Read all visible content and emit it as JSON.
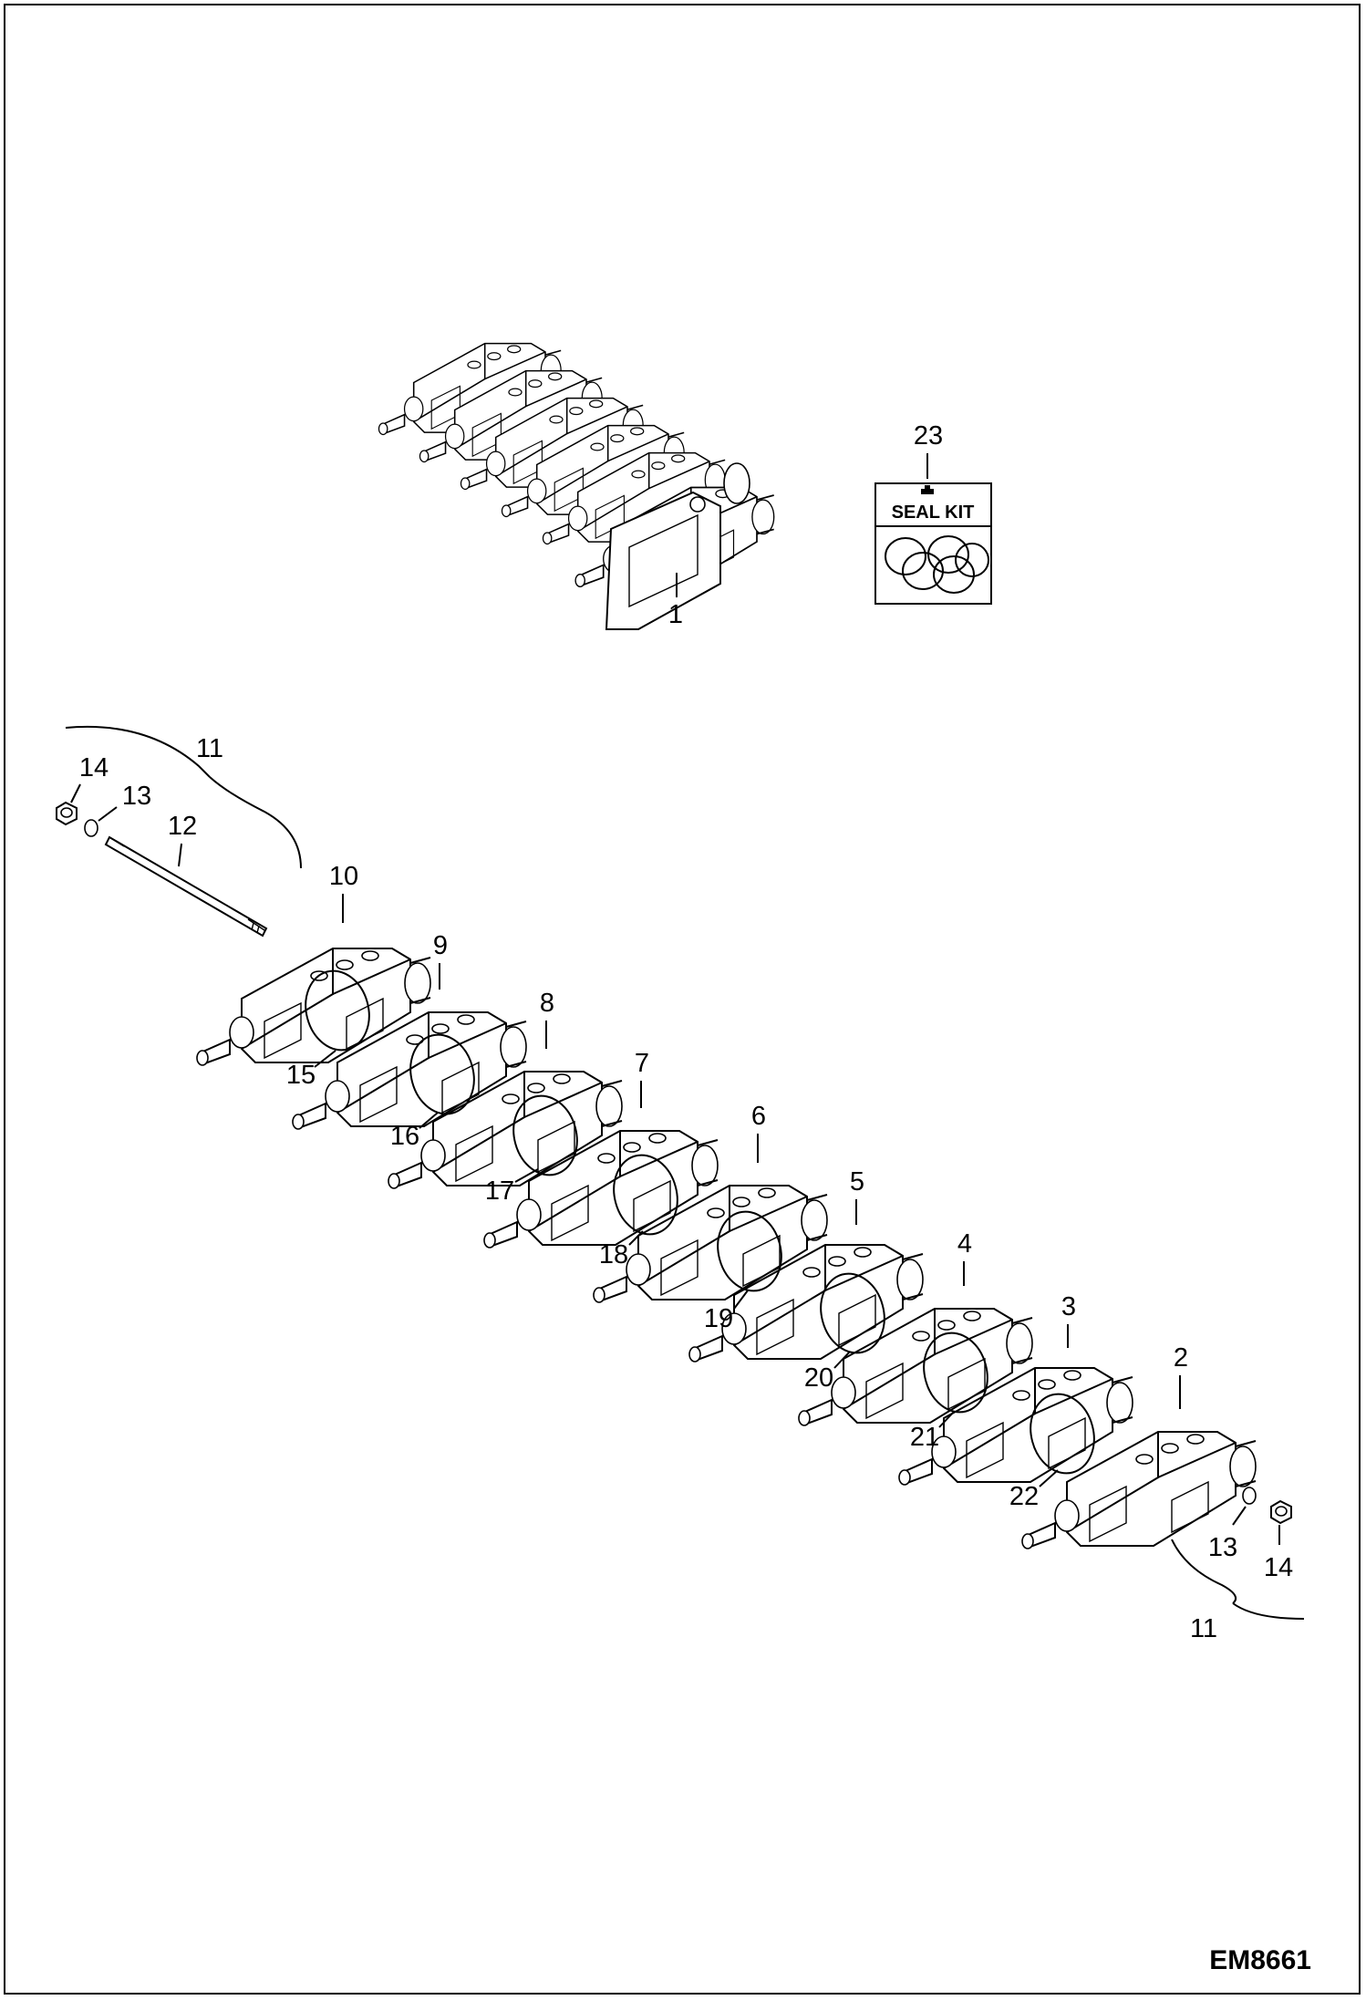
{
  "diagram": {
    "drawing_code": "EM8661",
    "seal_kit_label": "SEAL KIT",
    "callouts": {
      "assembly": "1",
      "end_inlet": "2",
      "section_3": "3",
      "section_4": "4",
      "section_5": "5",
      "section_6": "6",
      "section_7": "7",
      "section_8": "8",
      "section_9": "9",
      "end_outlet": "10",
      "tie_rod_kit_left": "11",
      "tie_rod_kit_right": "11",
      "tie_rod": "12",
      "washer_left": "13",
      "washer_right": "13",
      "nut_left": "14",
      "nut_right": "14",
      "oring_15": "15",
      "oring_16": "16",
      "oring_17": "17",
      "oring_18": "18",
      "oring_19": "19",
      "oring_20": "20",
      "oring_21": "21",
      "oring_22": "22",
      "seal_kit": "23"
    }
  }
}
